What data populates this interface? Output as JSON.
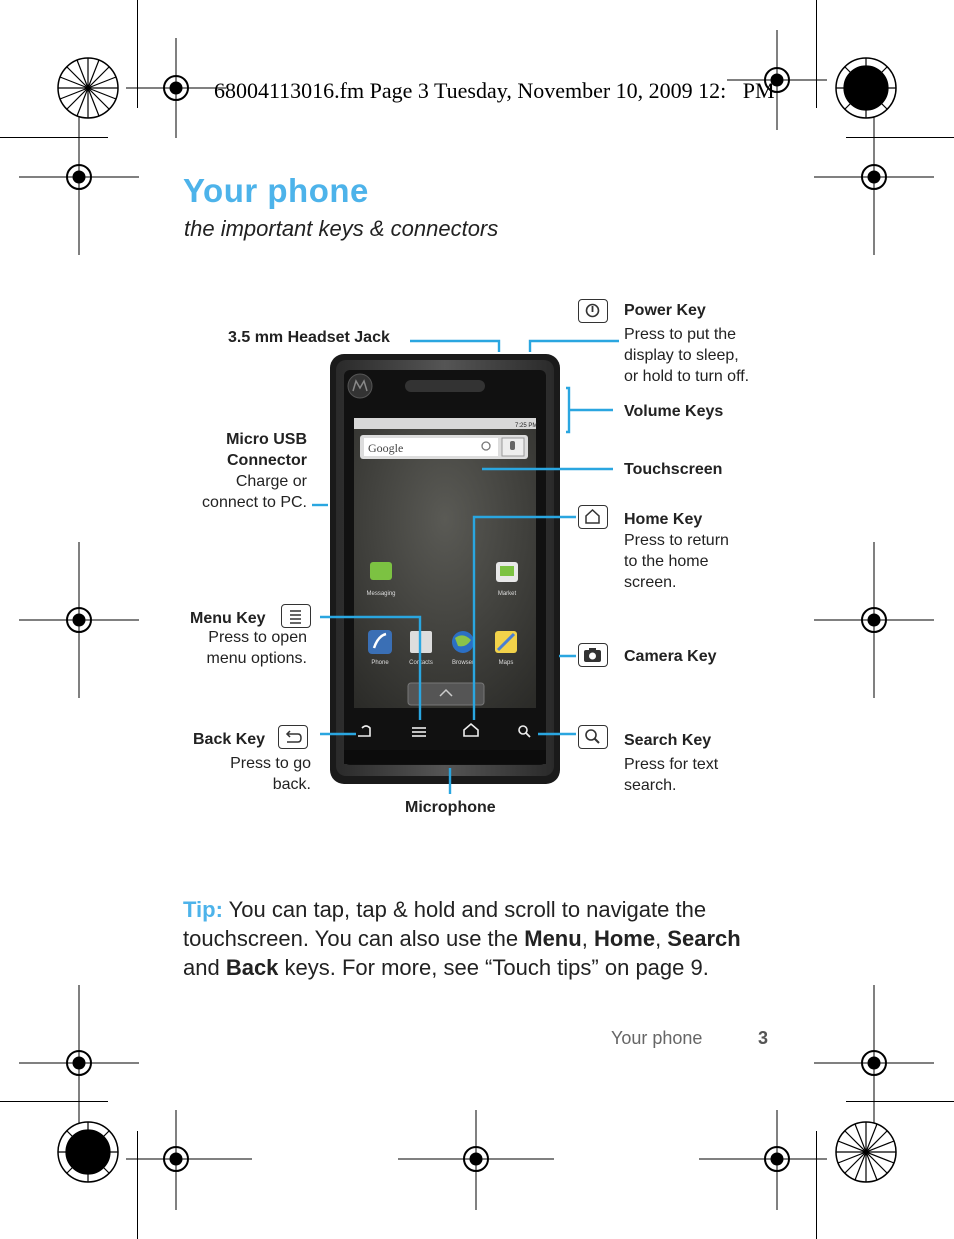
{
  "header": {
    "file_line": "68004113016.fm  Page 3  Tuesday, November 10, 2009  12:   PM"
  },
  "title": "Your phone",
  "subtitle": "the important keys & connectors",
  "labels": {
    "headset_jack": "3.5 mm Headset Jack",
    "power_key": {
      "title": "Power Key",
      "desc": [
        "Press to put the",
        "display to sleep,",
        "or hold to turn off."
      ]
    },
    "volume_keys": {
      "title": "Volume Keys"
    },
    "usb": {
      "title": [
        "Micro USB",
        "Connector"
      ],
      "desc": [
        "Charge or",
        "connect to PC."
      ]
    },
    "touchscreen": {
      "title": "Touchscreen"
    },
    "home_key": {
      "title": "Home Key",
      "desc": [
        "Press to return",
        "to the home",
        "screen."
      ]
    },
    "menu_key": {
      "title": "Menu Key",
      "desc": [
        "Press to open",
        "menu options."
      ]
    },
    "camera_key": {
      "title": "Camera Key"
    },
    "back_key": {
      "title": "Back Key",
      "desc": [
        "Press to go",
        "back."
      ]
    },
    "search_key": {
      "title": "Search Key",
      "desc": [
        "Press for text",
        "search."
      ]
    },
    "microphone": {
      "title": "Microphone"
    }
  },
  "phone_screen": {
    "status_time": "7:25 PM",
    "search_brand": "Google",
    "apps_row1": [
      "Messaging",
      "Market"
    ],
    "apps_row2": [
      "Phone",
      "Contacts",
      "Browser",
      "Maps"
    ]
  },
  "tip": {
    "label": "Tip:",
    "text1": " You can tap, tap & hold and scroll to navigate the touchscreen. You can also use the ",
    "menu": "Menu",
    "comma1": ", ",
    "home": "Home",
    "comma2": ", ",
    "search": "Search",
    "and": " and ",
    "back": "Back",
    "text2": " keys. For more, see “Touch tips” on page 9."
  },
  "footer": {
    "section": "Your phone",
    "page": "3"
  },
  "colors": {
    "accent": "#4db3ea",
    "callout_line": "#2aa6e0"
  }
}
